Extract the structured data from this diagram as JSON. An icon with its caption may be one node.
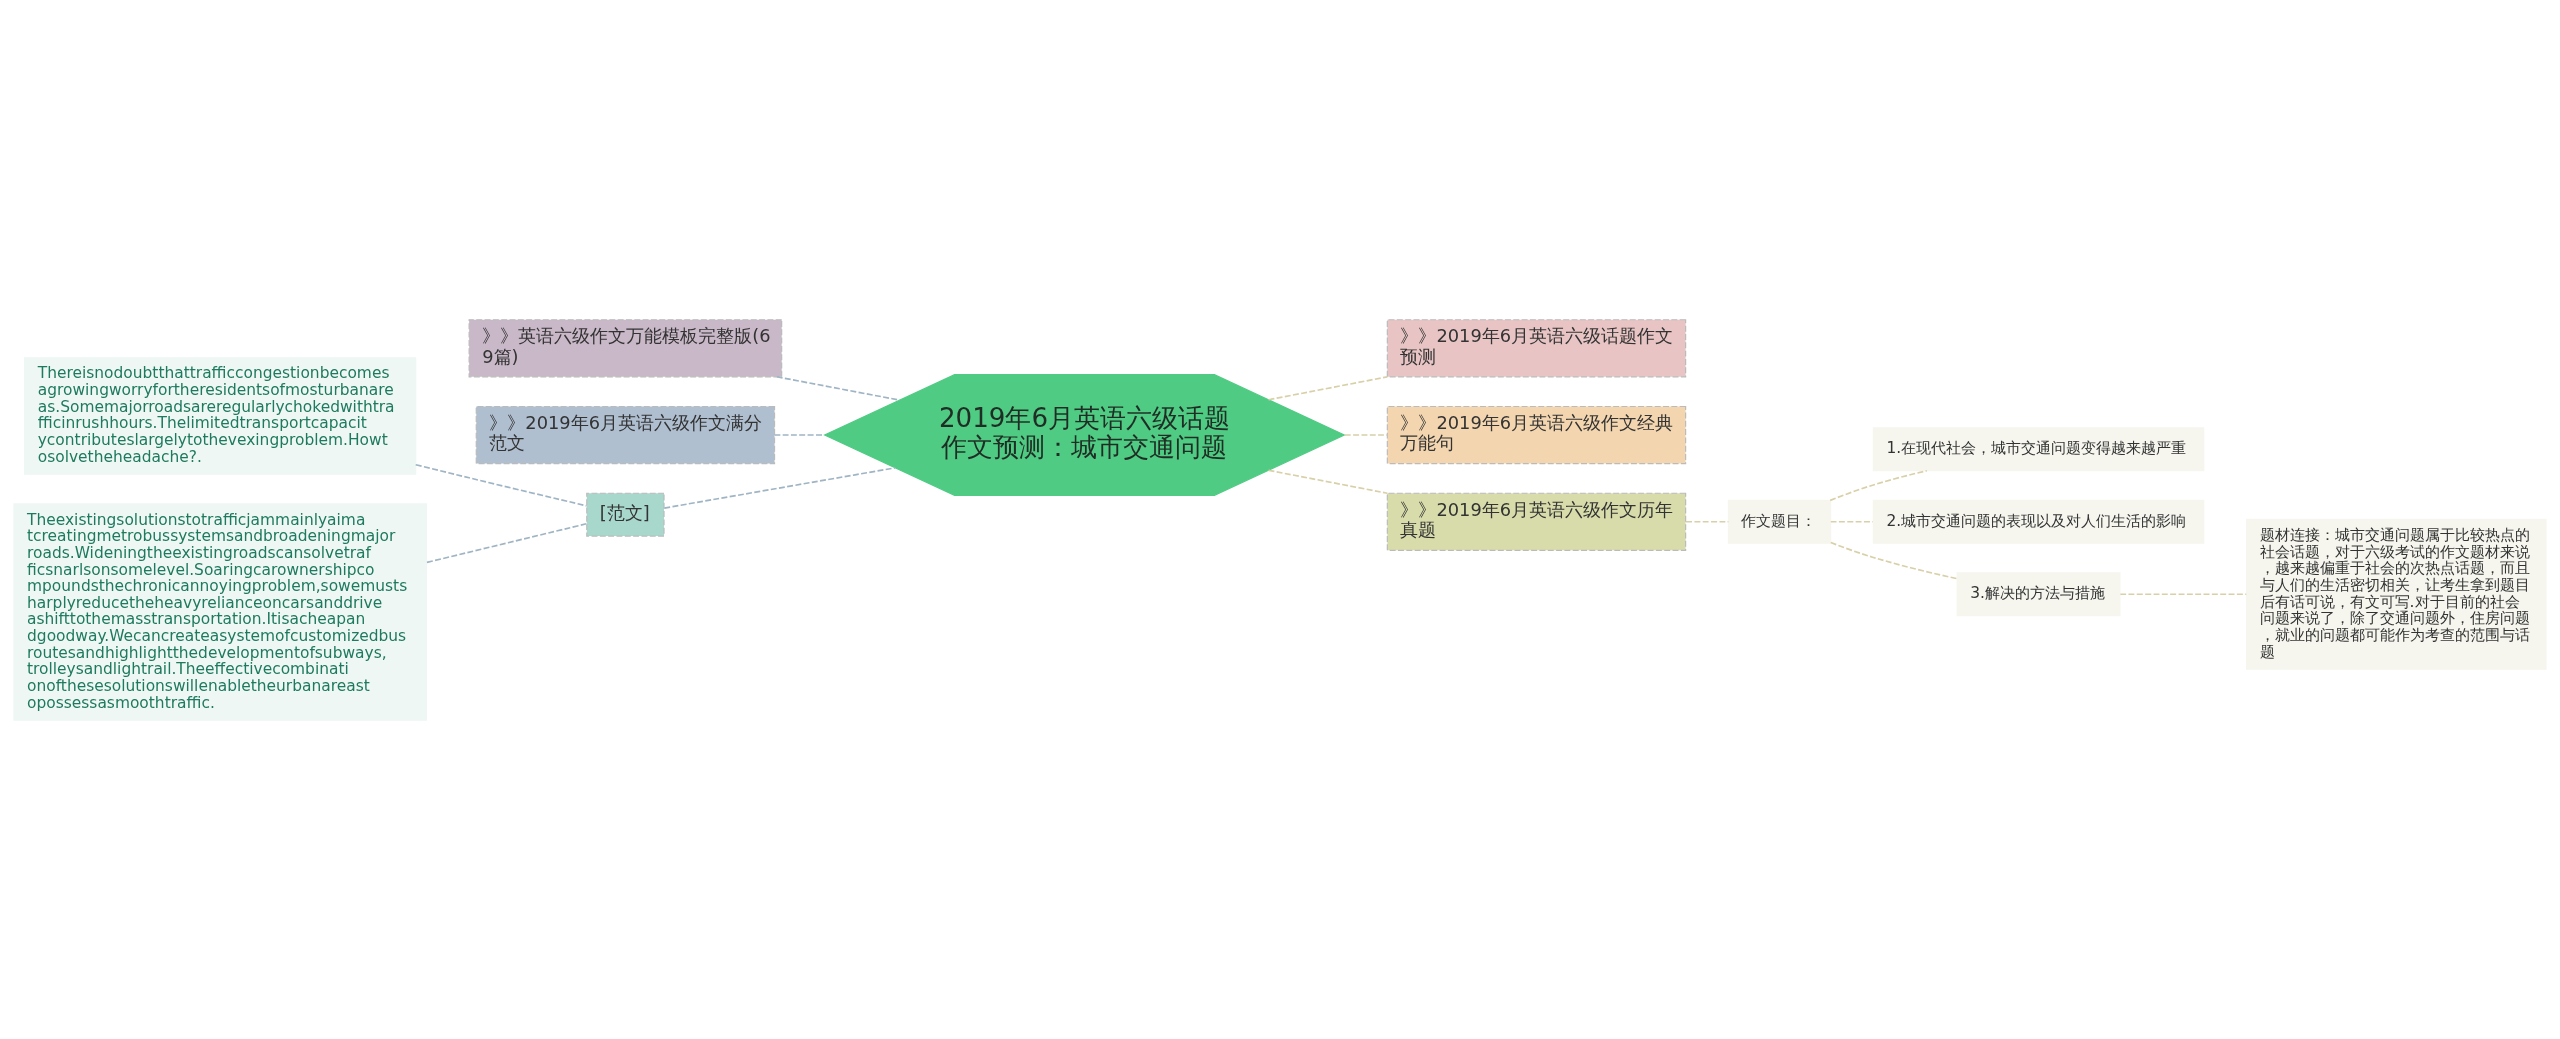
{
  "diagram": {
    "nodes": [
      {
        "text": [
          "2019年6月英语六级话题作文预测：城市交通问题"
        ]
      },
      {
        "text": [
          "》》英语六级作文万能模板完整版(69篇)"
        ]
      },
      {
        "text": [
          "》》2019年6月英语六级作文满分范文"
        ]
      },
      {
        "text": [
          "[范文]"
        ]
      },
      {
        "text": [
          "Thereisnodoubtthattrafficcongestionbecomesagrowingworryfortheresidentsofmosturbanareas.Somemajorroadsareregularlychokedwithtrafficinrushhours.Thelimitedtransportcapacitycontributeslargelytothevexingproblem.Howtosolvetheheadache?."
        ]
      },
      {
        "text": [
          "Theexistingsolutionstotrafficjammainlyaimatcreatingmetrobussystemsandbroadeningmajorroads.Wideningtheexistingroadscansolvetrafficsnarlsonsomelevel.Soaringcarownershipcompoundsthechronicannoyingproblem,sowemustsharplyreducetheheavyrelianceoncarsanddriveashifttothemasstransportation.Itisacheapandgoodway.Wecancreateasystemofcustomizedbusroutesandhighlightthedevelopmentofsubways,trolleysandlightrail.Theeffectivecombinationofthesesolutionswillenabletheurbanareastopossessasmoothtraffic."
        ]
      },
      {
        "text": [
          "》》2019年6月英语六级话题作文预测"
        ]
      },
      {
        "text": [
          "》》2019年6月英语六级作文经典万能句"
        ]
      },
      {
        "text": [
          "》》2019年6月英语六级作文历年真题"
        ]
      },
      {
        "text": [
          "作文题目："
        ]
      },
      {
        "text": [
          "1.在现代社会，城市交通问题变得越来越严重"
        ]
      },
      {
        "text": [
          "2.城市交通问题的表现以及对人们生活的影响"
        ]
      },
      {
        "text": [
          "3.解决的方法与措施"
        ]
      },
      {
        "text": [
          "题材连接：城市交通问题属于比较热点的社会话题，对于六级考试的作文题材来说，越来越偏重于社会的次热点话题，而且与人们的生活密切相关，让考生拿到题目后有话可说，有文可写.对于目前的社会问题来说了，除了交通问题外，住房问题，就业的问题都可能作为考查的范围与话题"
        ]
      }
    ],
    "edges": [
      {
        "from": 0,
        "to": 1,
        "arrow": "none",
        "style": "dashed"
      },
      {
        "from": 0,
        "to": 2,
        "arrow": "none",
        "style": "dashed"
      },
      {
        "from": 0,
        "to": 3,
        "arrow": "none",
        "style": "dashed"
      },
      {
        "from": 3,
        "to": 4,
        "arrow": "none",
        "style": "dashed"
      },
      {
        "from": 3,
        "to": 5,
        "arrow": "none",
        "style": "dashed"
      },
      {
        "from": 0,
        "to": 6,
        "arrow": "none",
        "style": "dashed"
      },
      {
        "from": 0,
        "to": 7,
        "arrow": "none",
        "style": "dashed"
      },
      {
        "from": 0,
        "to": 8,
        "arrow": "none",
        "style": "dashed"
      },
      {
        "from": 8,
        "to": 9,
        "arrow": "none",
        "style": "dashed"
      },
      {
        "from": 9,
        "to": 10,
        "arrow": "none",
        "style": "dashed"
      },
      {
        "from": 9,
        "to": 11,
        "arrow": "none",
        "style": "dashed"
      },
      {
        "from": 9,
        "to": 12,
        "arrow": "none",
        "style": "dashed"
      },
      {
        "from": 12,
        "to": 13,
        "arrow": "none",
        "style": "dashed"
      }
    ]
  }
}
